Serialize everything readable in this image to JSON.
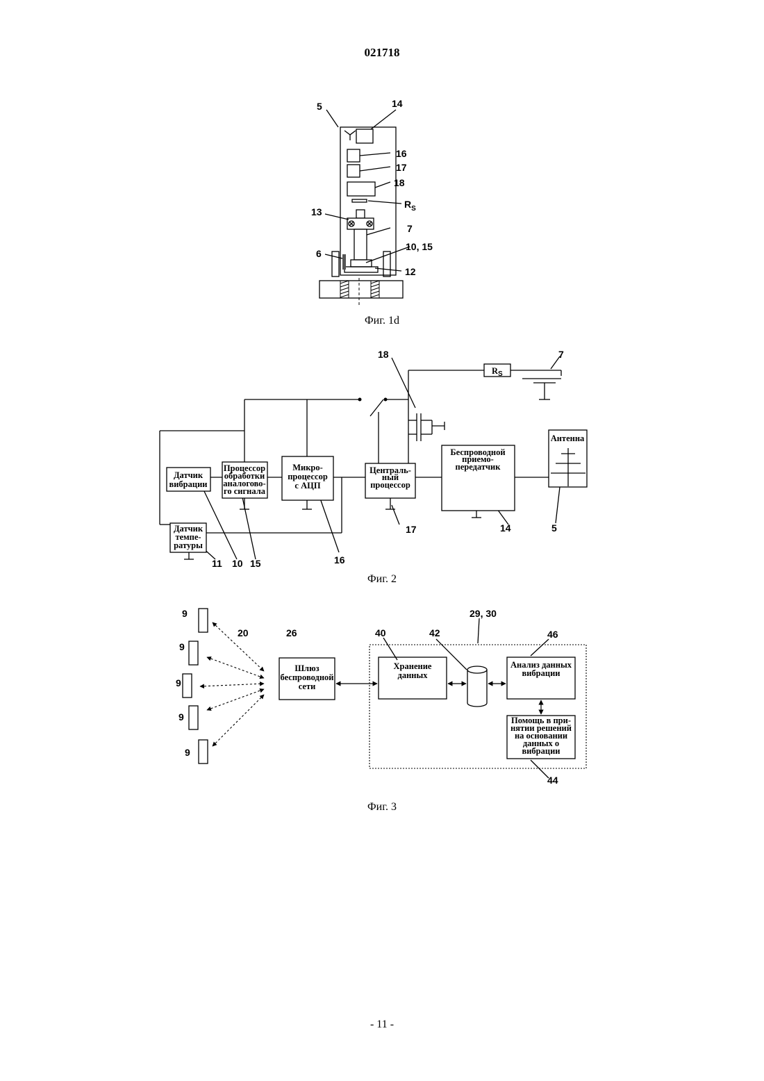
{
  "header": {
    "doc_number": "021718"
  },
  "footer": {
    "page": "- 11 -"
  },
  "fig1d": {
    "caption": "Фиг. 1d",
    "labels": [
      "5",
      "14",
      "16",
      "17",
      "18",
      "R",
      "S",
      "13",
      "7",
      "10, 15",
      "6",
      "12"
    ]
  },
  "fig2": {
    "caption": "Фиг. 2",
    "blocks": {
      "vibration_sensor": [
        "Датчик",
        "вибрации"
      ],
      "analog_processor": [
        "Процессор",
        "обработки",
        "аналогово-",
        "го сигнала"
      ],
      "adc_microprocessor": [
        "Микро-",
        "процессор",
        "с АЦП"
      ],
      "central_processor": [
        "Централь-",
        "ный",
        "процессор"
      ],
      "transceiver": [
        "Беспроводной",
        "приемо-",
        "передатчик"
      ],
      "antenna": "Антенна",
      "temperature_sensor": [
        "Датчик",
        "темпе-",
        "ратуры"
      ],
      "rs": "R",
      "rs_sub": "S"
    },
    "labels": [
      "18",
      "7",
      "17",
      "14",
      "5",
      "11",
      "10",
      "15",
      "16"
    ]
  },
  "fig3": {
    "caption": "Фиг. 3",
    "nodes": [
      "9",
      "9",
      "9",
      "9",
      "9"
    ],
    "gateway": [
      "Шлюз",
      "беспроводной",
      "сети"
    ],
    "storage": [
      "Хранение",
      "данных"
    ],
    "analysis": [
      "Анализ данных",
      "вибрации"
    ],
    "decision": [
      "Помощь в при-",
      "нятии решений",
      "на основании",
      "данных о",
      "вибрации"
    ],
    "labels": [
      "20",
      "26",
      "40",
      "42",
      "29, 30",
      "46",
      "44"
    ]
  }
}
